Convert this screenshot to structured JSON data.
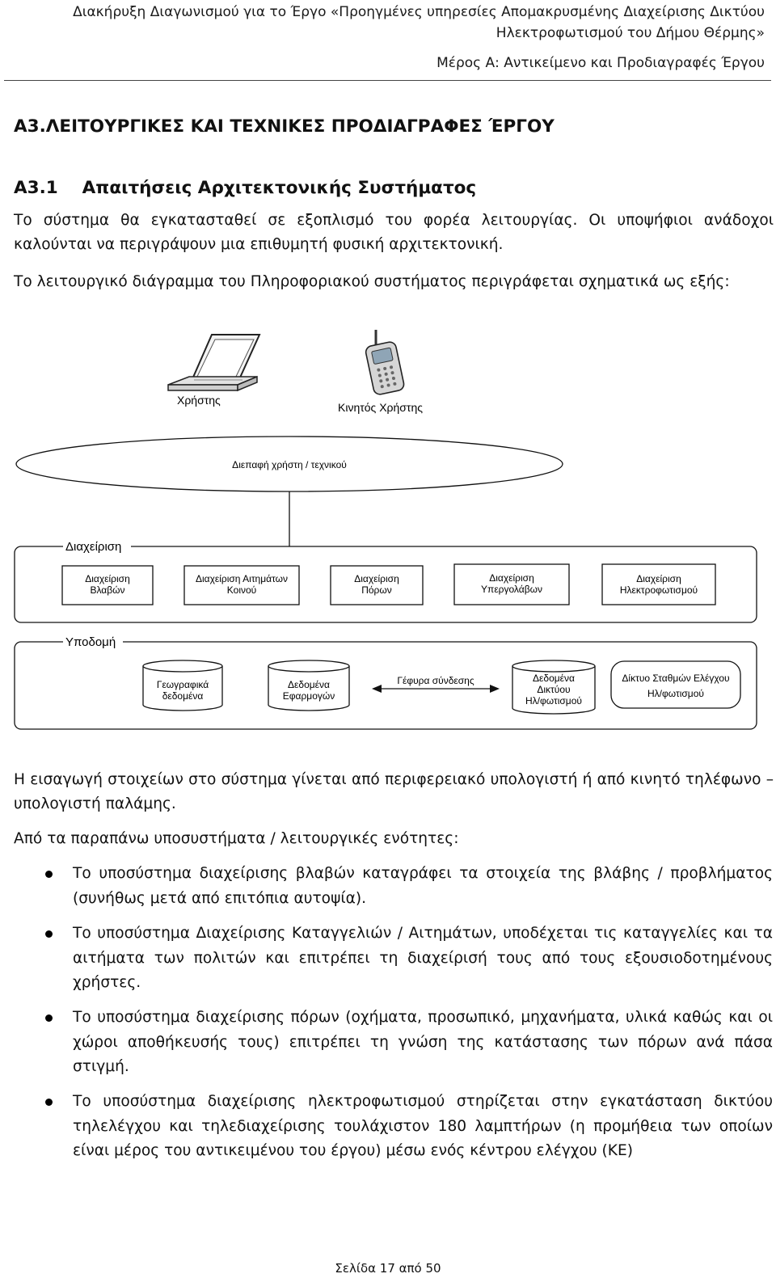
{
  "header": {
    "line1": "Διακήρυξη Διαγωνισμού για το Έργο «Προηγμένες υπηρεσίες Απομακρυσμένης Διαχείρισης Δικτύου",
    "line2": "Ηλεκτροφωτισμού του Δήμου Θέρμης»",
    "line3": "Μέρος Α: Αντικείμενο και Προδιαγραφές Έργου"
  },
  "section_title": "Α3.ΛΕΙΤΟΥΡΓΙΚΕΣ ΚΑΙ ΤΕΧΝΙΚΕΣ ΠΡΟΔΙΑΓΡΑΦΕΣ ΈΡΓΟΥ",
  "subsection_title": "Α3.1    Απαιτήσεις Αρχιτεκτονικής Συστήματος",
  "intro": [
    "Το σύστημα θα εγκατασταθεί σε εξοπλισμό του φορέα λειτουργίας. Οι υποψήφιοι ανάδοχοι καλούνται να περιγράψουν μια επιθυμητή φυσική αρχιτεκτονική.",
    "Το λειτουργικό διάγραμμα του Πληροφοριακού συστήματος περιγράφεται σχηματικά ως εξής:"
  ],
  "diagram": {
    "user_label": "Χρήστης",
    "mobile_user_label": "Κινητός Χρήστης",
    "interface_label": "Διεπαφή χρήστη / τεχνικού",
    "management_group": "Διαχείριση",
    "management_boxes": [
      [
        "Διαχείριση",
        "Βλαβών"
      ],
      [
        "Διαχείριση Αιτημάτων",
        "Κοινού"
      ],
      [
        "Διαχείριση",
        "Πόρων"
      ],
      [
        "Διαχείριση",
        "Υπεργολάβων"
      ],
      [
        "Διαχείριση",
        "Ηλεκτροφωτισμού"
      ]
    ],
    "infrastructure_group": "Υποδομή",
    "db_geo": [
      "Γεωγραφικά",
      "δεδομένα"
    ],
    "db_app": [
      "Δεδομένα",
      "Εφαρμογών"
    ],
    "bridge_label": "Γέφυρα σύνδεσης",
    "db_network": [
      "Δεδομένα",
      "Δικτύου",
      "Ηλ/φωτισμού"
    ],
    "control_network": [
      "Δίκτυο Σταθμών Ελέγχου",
      "Ηλ/φωτισμού"
    ]
  },
  "para_input": "Η εισαγωγή στοιχείων στο σύστημα γίνεται από περιφερειακό υπολογιστή ή από κινητό τηλέφωνο – υπολογιστή παλάμης.",
  "para_subsystems": "Από τα παραπάνω υποσυστήματα / λειτουργικές ενότητες:",
  "bullets": [
    "Το υποσύστημα διαχείρισης βλαβών καταγράφει τα στοιχεία της βλάβης / προβλήματος (συνήθως μετά από επιτόπια αυτοψία).",
    "Το υποσύστημα Διαχείρισης Καταγγελιών / Αιτημάτων, υποδέχεται τις καταγγελίες και τα αιτήματα των πολιτών και επιτρέπει τη διαχείρισή τους από τους εξουσιοδοτημένους χρήστες.",
    "Το υποσύστημα διαχείρισης πόρων (οχήματα, προσωπικό, μηχανήματα, υλικά καθώς και οι χώροι αποθήκευσής τους) επιτρέπει τη γνώση της κατάστασης των πόρων ανά πάσα στιγμή.",
    "Το υποσύστημα διαχείρισης ηλεκτροφωτισμού στηρίζεται στην εγκατάσταση δικτύου τηλελέγχου και τηλεδιαχείρισης τουλάχιστον 180 λαμπτήρων (η προμήθεια των οποίων είναι μέρος του αντικειμένου του έργου) μέσω ενός κέντρου ελέγχου (ΚΕ)"
  ],
  "footer": "Σελίδα 17 από 50"
}
